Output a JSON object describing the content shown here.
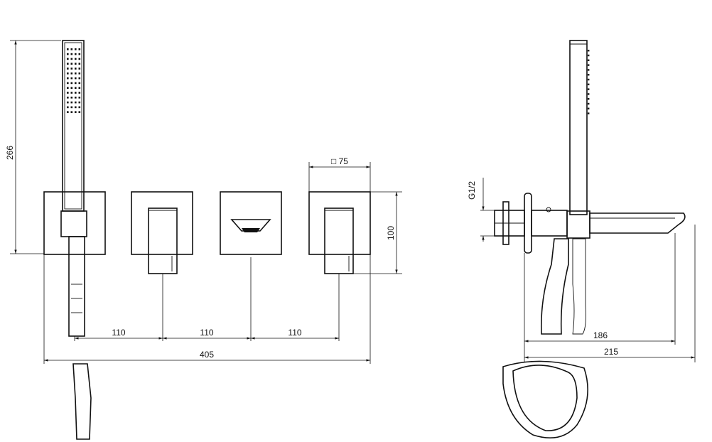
{
  "dimensions": {
    "handshower_height": "266",
    "plate_size": "□ 75",
    "plate_height": "100",
    "spacing_1": "110",
    "spacing_2": "110",
    "spacing_3": "110",
    "total_width": "405",
    "thread": "G1/2",
    "spout_projection": "186",
    "total_projection": "215"
  },
  "colors": {
    "line": "#111111",
    "background": "#ffffff"
  }
}
